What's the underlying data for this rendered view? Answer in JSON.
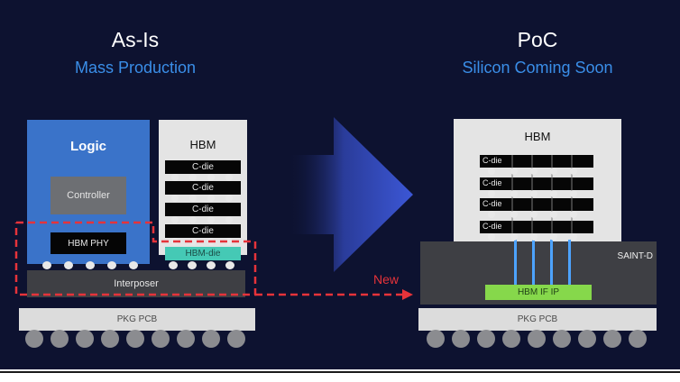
{
  "left": {
    "title": "As-Is",
    "subtitle": "Mass Production",
    "logic_label": "Logic",
    "controller_label": "Controller",
    "hbm_phy_label": "HBM PHY",
    "hbm_label": "HBM",
    "c_die_labels": [
      "C-die",
      "C-die",
      "C-die",
      "C-die"
    ],
    "hbm_die_label": "HBM-die",
    "interposer_label": "Interposer",
    "pkg_pcb_label": "PKG PCB"
  },
  "right": {
    "title": "PoC",
    "subtitle": "Silicon Coming Soon",
    "hbm_label": "HBM",
    "c_die_labels": [
      "C-die",
      "C-die",
      "C-die",
      "C-die"
    ],
    "saint_label": "SAINT-D",
    "hbm_if_ip_label": "HBM IF IP",
    "pkg_pcb_label": "PKG PCB"
  },
  "arrow_label": "New",
  "colors": {
    "background": "#0d1230",
    "logic_blue": "#3a73c9",
    "subtitle_blue": "#3a8ee8",
    "highlight_red": "#e6333a",
    "hbm_die_teal": "#45c9b5",
    "ip_green": "#86d84b"
  }
}
